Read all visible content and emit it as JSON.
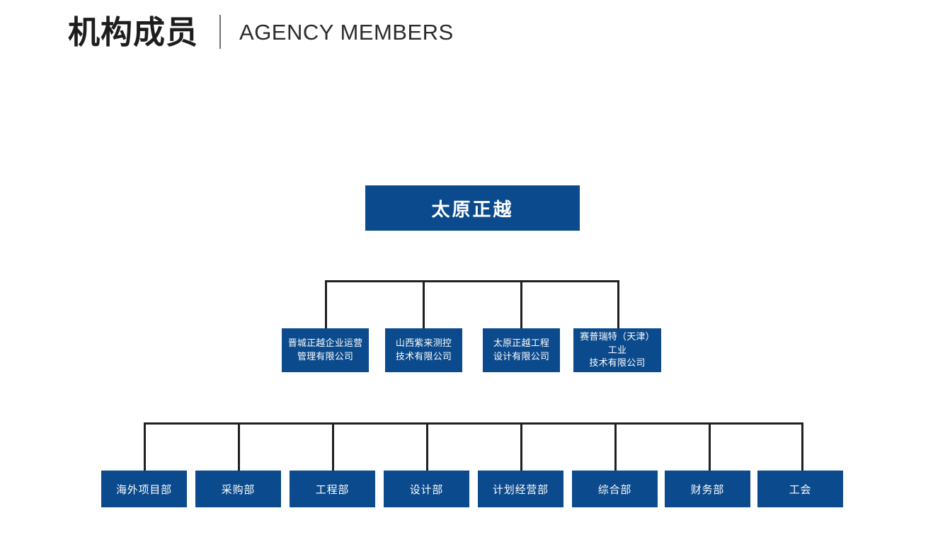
{
  "header": {
    "title_cn": "机构成员",
    "title_en": "AGENCY MEMBERS",
    "divider": "vertical-rule"
  },
  "theme": {
    "node_fill": "#0b4a8c",
    "node_text": "#ffffff",
    "connector": "#231f20",
    "background": "#ffffff",
    "title_color": "#1d1d1d"
  },
  "chart_data": {
    "type": "diagram",
    "subtype": "organization-chart",
    "title": "机构成员 / AGENCY MEMBERS",
    "orientation": "top-down",
    "levels": 3,
    "root": {
      "id": "root",
      "label": "太原正越"
    },
    "subsidiaries": [
      {
        "id": "sub-1",
        "label": "晋城正越企业运营管理有限公司",
        "lines": [
          "晋城正越企业运营",
          "管理有限公司"
        ]
      },
      {
        "id": "sub-2",
        "label": "山西紫来测控技术有限公司",
        "lines": [
          "山西紫来测控",
          "技术有限公司"
        ]
      },
      {
        "id": "sub-3",
        "label": "太原正越工程设计有限公司",
        "lines": [
          "太原正越工程",
          "设计有限公司"
        ]
      },
      {
        "id": "sub-4",
        "label": "赛普瑞特（天津）工业技术有限公司",
        "lines": [
          "赛普瑞特（天津）工业",
          "技术有限公司"
        ]
      }
    ],
    "departments": [
      {
        "id": "dept-1",
        "label": "海外项目部"
      },
      {
        "id": "dept-2",
        "label": "采购部"
      },
      {
        "id": "dept-3",
        "label": "工程部"
      },
      {
        "id": "dept-4",
        "label": "设计部"
      },
      {
        "id": "dept-5",
        "label": "计划经营部"
      },
      {
        "id": "dept-6",
        "label": "综合部"
      },
      {
        "id": "dept-7",
        "label": "财务部"
      },
      {
        "id": "dept-8",
        "label": "工会"
      }
    ],
    "edges": [
      {
        "from": "root",
        "to": "sub-1"
      },
      {
        "from": "root",
        "to": "sub-2"
      },
      {
        "from": "root",
        "to": "sub-3"
      },
      {
        "from": "root",
        "to": "sub-4"
      },
      {
        "from": "root",
        "to": "dept-1"
      },
      {
        "from": "root",
        "to": "dept-2"
      },
      {
        "from": "root",
        "to": "dept-3"
      },
      {
        "from": "root",
        "to": "dept-4"
      },
      {
        "from": "root",
        "to": "dept-5"
      },
      {
        "from": "root",
        "to": "dept-6"
      },
      {
        "from": "root",
        "to": "dept-7"
      },
      {
        "from": "root",
        "to": "dept-8"
      }
    ]
  }
}
